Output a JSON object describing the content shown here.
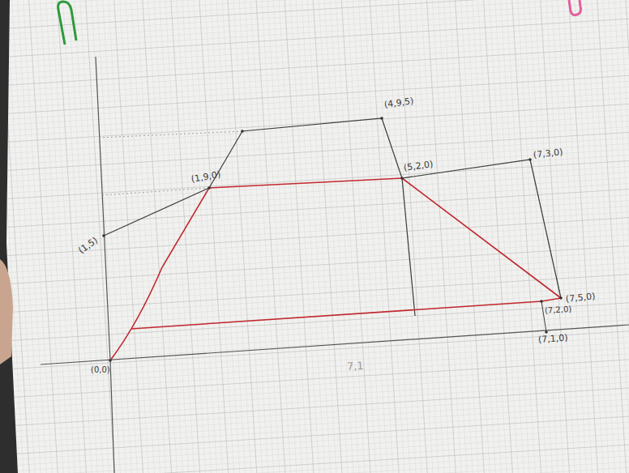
{
  "diagram": {
    "labels": [
      "(1,5)",
      "(1,9,0)",
      "(4,9,5)",
      "(5,2,0)",
      "(7,3,0)",
      "(7,5,0)",
      "(7,2,0)",
      "(7,1,0)",
      "(0,0)",
      "7,1"
    ]
  }
}
